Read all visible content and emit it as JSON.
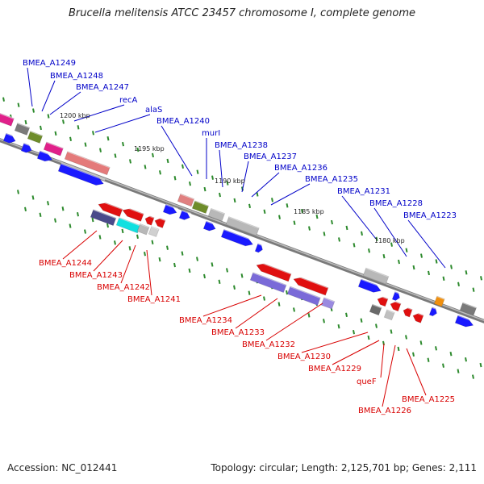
{
  "title": "Brucella melitensis ATCC 23457 chromosome I, complete genome",
  "footer": {
    "accession": "Accession: NC_012441",
    "info": "Topology: circular; Length: 2,125,701 bp; Genes: 2,111"
  },
  "colors": {
    "plus_label": "#0000c8",
    "minus_label": "#d80000",
    "backbone": "#8c8c8c",
    "tick": "#2d8a2d"
  },
  "kbp_marks": [
    "1200 kbp",
    "1195 kbp",
    "1190 kbp",
    "1185 kbp",
    "1180 kbp"
  ],
  "plus_genes": [
    "BMEA_A1249",
    "BMEA_A1248",
    "BMEA_A1247",
    "recA",
    "alaS",
    "BMEA_A1240",
    "murI",
    "BMEA_A1238",
    "BMEA_A1237",
    "BMEA_A1236",
    "BMEA_A1235",
    "BMEA_A1231",
    "BMEA_A1228",
    "BMEA_A1223"
  ],
  "minus_genes": [
    "BMEA_A1244",
    "BMEA_A1243",
    "BMEA_A1242",
    "BMEA_A1241",
    "BMEA_A1234",
    "BMEA_A1233",
    "BMEA_A1232",
    "BMEA_A1230",
    "BMEA_A1229",
    "queF",
    "BMEA_A1226",
    "BMEA_A1225"
  ]
}
